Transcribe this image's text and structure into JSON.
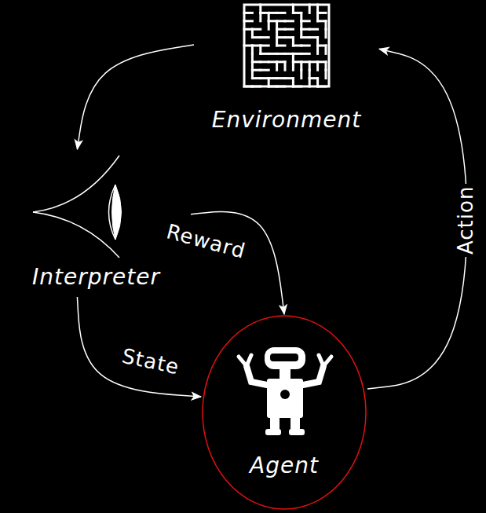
{
  "diagram": {
    "nodes": [
      {
        "text": [
          "Environment"
        ]
      },
      {
        "text": [
          "Interpreter"
        ]
      },
      {
        "text": [
          "Agent"
        ]
      }
    ],
    "edges": [
      {
        "from": 0,
        "to": 1,
        "arrow": "to"
      },
      {
        "from": 1,
        "to": 2,
        "label": "Reward",
        "arrow": "to"
      },
      {
        "from": 1,
        "to": 2,
        "label": "State",
        "arrow": "to"
      },
      {
        "from": 2,
        "to": 0,
        "label": "Action",
        "arrow": "to"
      }
    ]
  }
}
